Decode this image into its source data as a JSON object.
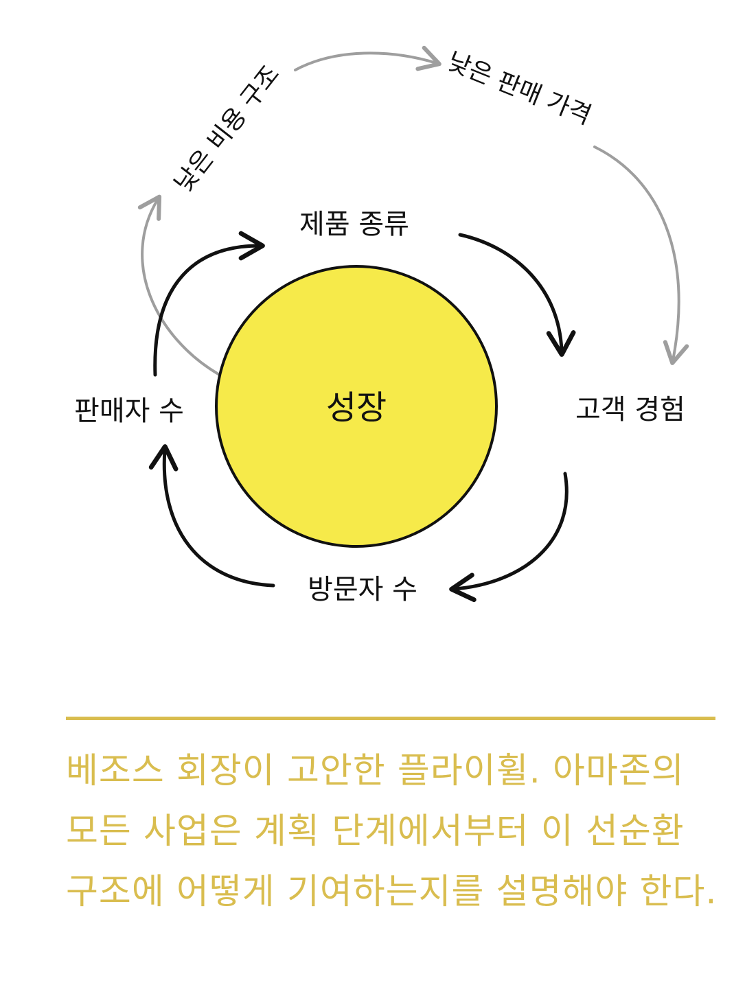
{
  "diagram": {
    "center_label": "성장",
    "inner_loop": [
      "제품 종류",
      "고객 경험",
      "방문자 수",
      "판매자 수"
    ],
    "outer_loop": {
      "low_cost": "낮은 비용 구조",
      "low_price": "낮은 판매 가격"
    }
  },
  "caption": {
    "text": "베조스 회장이 고안한 플라이휠. 아마존의 모든 사업은 계획 단계에서부터 이 선순환 구조에 어떻게 기여하는지를 설명해야 한다."
  },
  "colors": {
    "circle_fill": "#f6ea4a",
    "inner_arrows": "#111111",
    "outer_arrows": "#9e9e9e",
    "accent": "#d9bd4f"
  }
}
